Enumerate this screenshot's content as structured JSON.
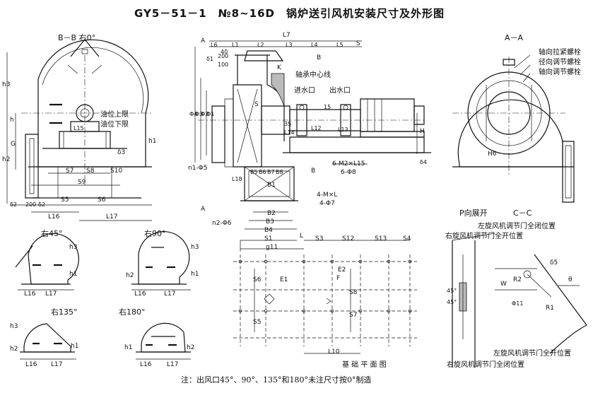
{
  "title": "GY5－51－1　№8~16D　锅炉送引风机安装尺寸及外形图",
  "views": {
    "bb": "B－B 右0°",
    "aa": "A－A",
    "cc": "C－C",
    "p_dir": "P向展开",
    "plan": "基 础 平 面 图",
    "r45": "右45°",
    "r90": "右90°",
    "r135": "右135°",
    "r180": "右180°"
  },
  "section_marks": {
    "a": "A",
    "b": "B"
  },
  "labels_cn": {
    "oil_upper": "油位上限",
    "oil_lower": "油位下限",
    "bearing_center": "轴承中心线",
    "water_in": "进水口",
    "water_out": "出水口",
    "axial_bolt": "轴向拉紧螺栓",
    "radial_bolt": "径向调节螺栓",
    "axial_adj_bolt": "轴向调节螺栓",
    "left_full_close": "左旋风机调节门全闭位置",
    "right_full_open": "右旋风机调节门全开位置",
    "left_full_open": "左旋风机调节门全开位置",
    "right_full_close": "右旋风机调节门全闭位置"
  },
  "dims": {
    "h3": "h3",
    "h2": "h2",
    "h1": "h1",
    "h": "h",
    "G": "G",
    "H": "H",
    "H6": "H6",
    "d1": "δ1",
    "d2": "δ2",
    "d3": "δ3",
    "d4": "δ4",
    "d5": "δ5",
    "s7": "S7",
    "s8": "S8",
    "s9": "S9",
    "s10": "S10",
    "s5": "S5",
    "s6": "S6",
    "s1": "S1",
    "s3": "S3",
    "s4": "S4",
    "s12": "S12",
    "s13": "S13",
    "s": "S",
    "l16": "L16",
    "l17": "L17",
    "l15": "L15",
    "l18": "L18",
    "l14": "L14",
    "l7": "L7",
    "l6": "L6",
    "l1": "L1",
    "l2": "L2",
    "l3": "L3",
    "l4": "L4",
    "l5": "L5",
    "l10": "L10",
    "l12": "L12",
    "l13": "L13",
    "l": "L",
    "b1": "B1",
    "b2": "B2",
    "b3": "B3",
    "b4": "B4",
    "b5": "B5",
    "b6": "B6",
    "b7": "B7",
    "b8": "B8",
    "g11": "g11",
    "phi4": "Φ4",
    "phi3": "Φ3",
    "phi2": "Φ2",
    "phi1": "Φ1",
    "n1": "n1-Φ5",
    "n2": "n2-Φ6",
    "k": "K",
    "m2": "6-M2×L15",
    "phi8": "6-Φ8",
    "m": "4-M×L",
    "phi7": "4-Φ7",
    "v200": "200",
    "v100": "100",
    "v40": "40",
    "v15": "15",
    "t35": "35",
    "e1": "E1",
    "e2": "E2",
    "f": "F",
    "w": "W",
    "r1": "R1",
    "r2": "R2",
    "theta": "θ",
    "phi11": "Φ11",
    "deg45": "45°"
  },
  "note": "注：出风口45°、90°、135°和180°未注尺寸按0°制造"
}
